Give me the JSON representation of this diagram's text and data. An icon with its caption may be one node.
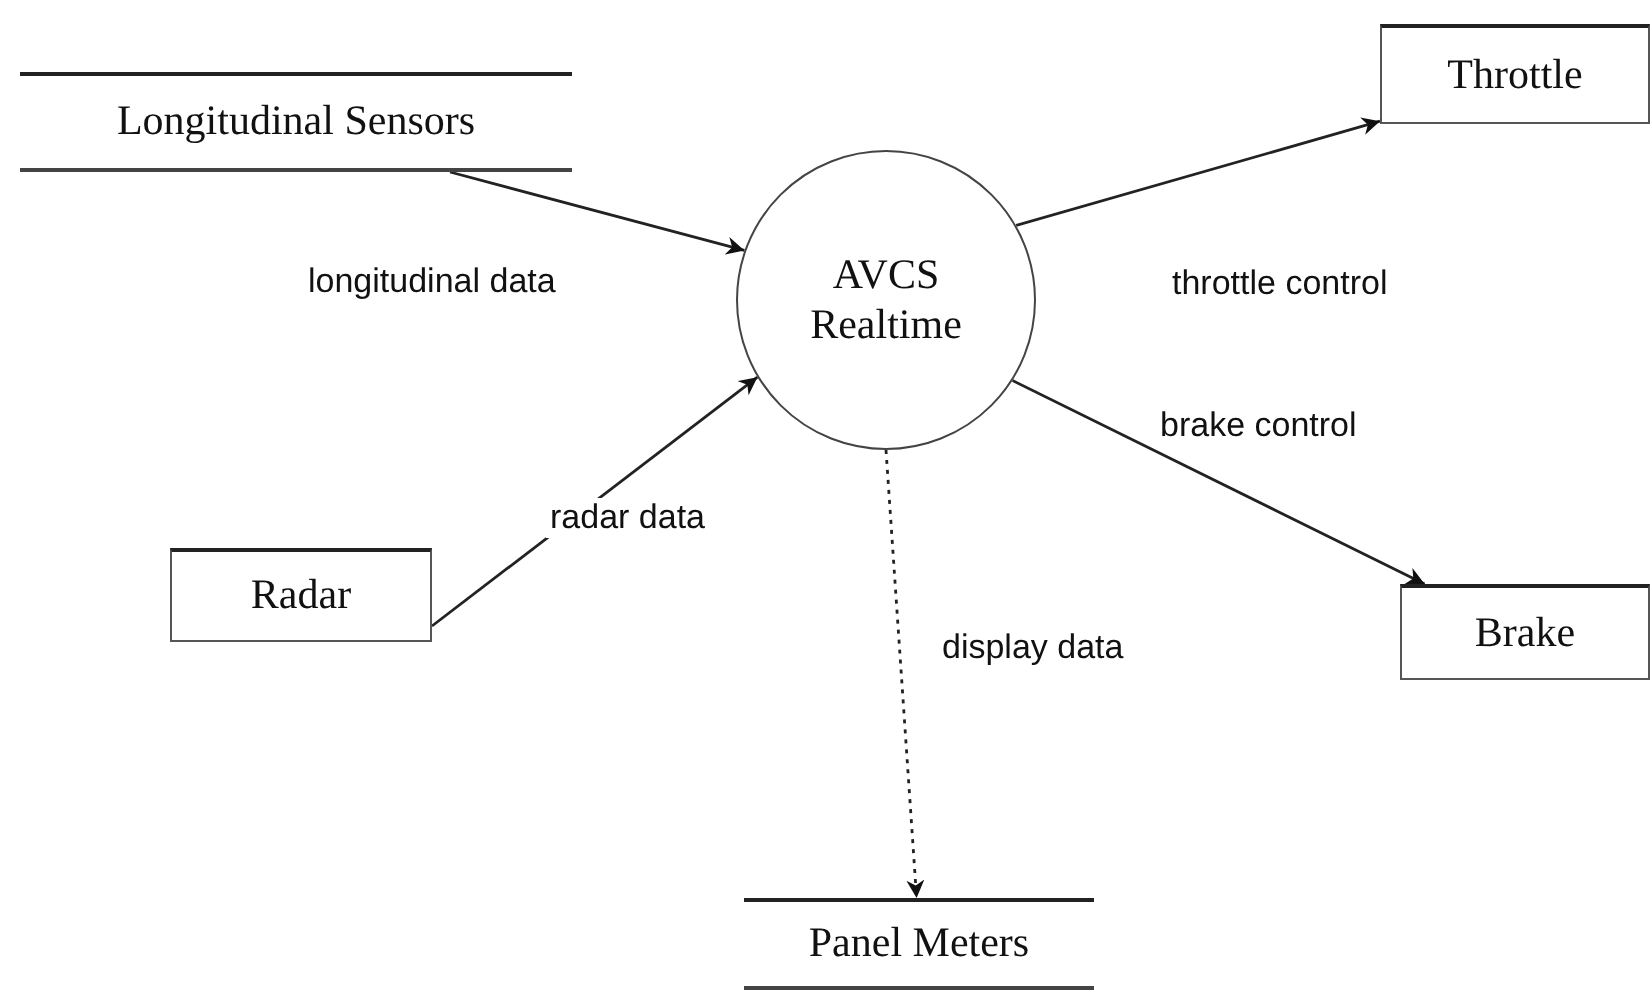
{
  "diagram": {
    "nodes": [
      {
        "text": [
          "Longitudinal Sensors"
        ]
      },
      {
        "text": [
          "Throttle"
        ]
      },
      {
        "text": [
          "AVCS Realtime"
        ]
      },
      {
        "text": [
          "Radar"
        ]
      },
      {
        "text": [
          "Brake"
        ]
      },
      {
        "text": [
          "Panel Meters"
        ]
      }
    ],
    "edges": [
      {
        "from": 0,
        "to": 2,
        "arrow": "to",
        "label": "longitudinal data"
      },
      {
        "from": 2,
        "to": 1,
        "arrow": "to",
        "label": "throttle control"
      },
      {
        "from": 3,
        "to": 2,
        "arrow": "to",
        "label": "radar data"
      },
      {
        "from": 2,
        "to": 4,
        "arrow": "to",
        "label": "brake control"
      },
      {
        "from": 2,
        "to": 5,
        "arrow": "to",
        "label": "display data",
        "style": "dashed"
      }
    ]
  }
}
